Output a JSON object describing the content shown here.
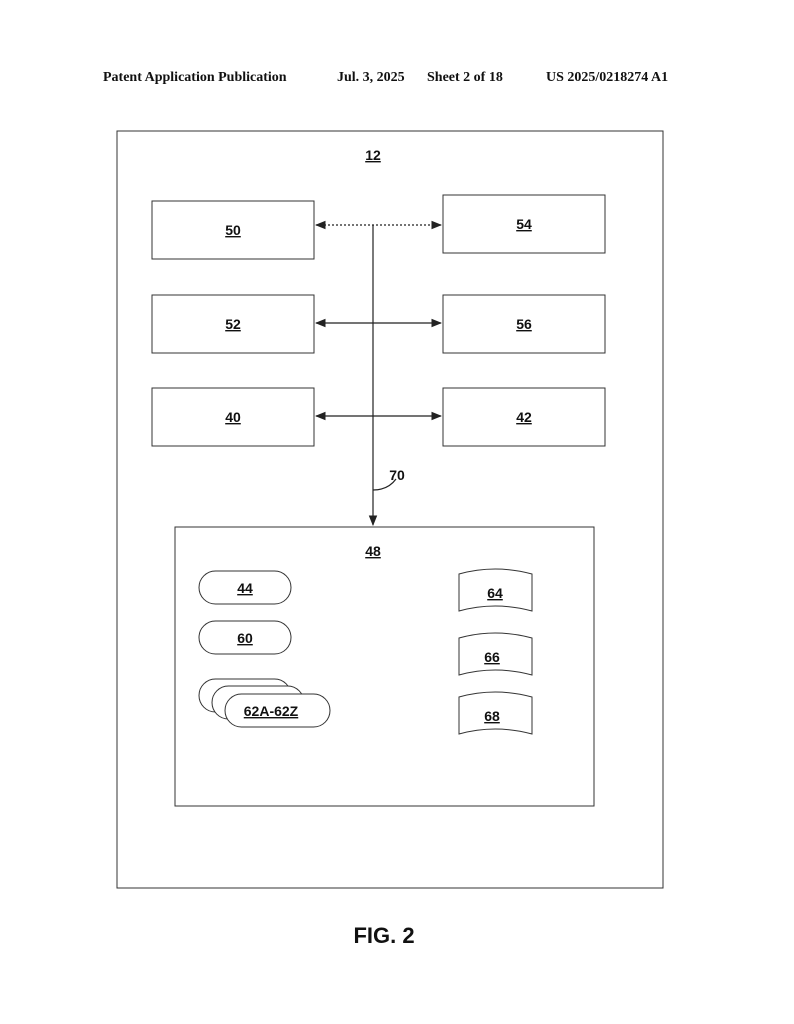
{
  "header": {
    "publication": "Patent Application Publication",
    "date": "Jul. 3, 2025",
    "sheet": "Sheet 2 of 18",
    "number": "US 2025/0218274 A1"
  },
  "diagram": {
    "outer_label": "12",
    "boxes": {
      "b50": "50",
      "b54": "54",
      "b52": "52",
      "b56": "56",
      "b40": "40",
      "b42": "42"
    },
    "bus_label": "70",
    "inner_label": "48",
    "modules": {
      "m44": "44",
      "m60": "60",
      "m62": "62A-62Z"
    },
    "stores": {
      "s64": "64",
      "s66": "66",
      "s68": "68"
    }
  },
  "caption": "FIG. 2"
}
